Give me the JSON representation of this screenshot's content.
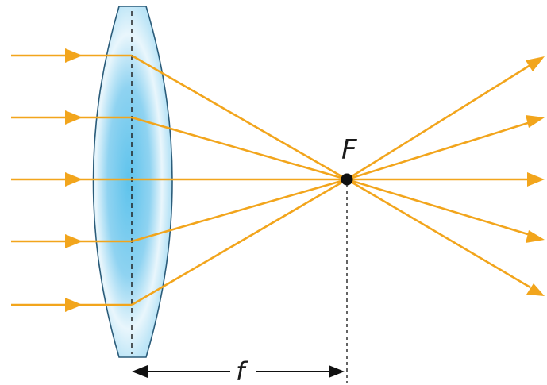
{
  "diagram": {
    "focal_point_label": "F",
    "focal_length_label": "f",
    "incoming_ray_count": 5,
    "colors": {
      "ray": "#f2a51c",
      "lens_fill_center": "#5ec3ec",
      "lens_fill_edge": "#bfe6f7",
      "lens_outline": "#2b5c7a",
      "focal_point": "#111111",
      "guide_line": "#222222",
      "dimension_arrow": "#111111",
      "background": "#ffffff"
    }
  }
}
